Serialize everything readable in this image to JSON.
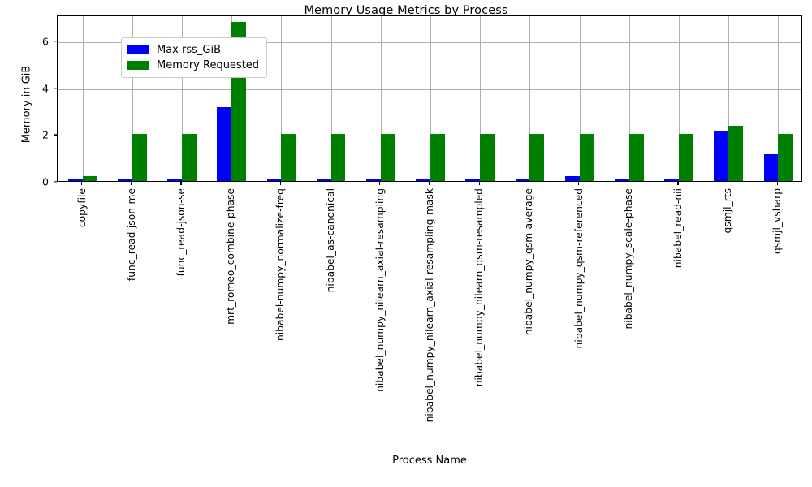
{
  "chart_data": {
    "type": "bar",
    "title": "Memory Usage Metrics by Process",
    "xlabel": "Process Name",
    "ylabel": "Memory in GiB",
    "ylim": [
      0,
      7.1
    ],
    "yticks": [
      0,
      2,
      4,
      6
    ],
    "ytick_labels": [
      "0",
      "2",
      "4",
      "6"
    ],
    "grid": true,
    "legend_position": "upper left",
    "categories": [
      "copyfile",
      "func_read-json-me",
      "func_read-json-se",
      "mrt_romeo_combine-phase",
      "nibabel-numpy_normalize-freq",
      "nibabel_as-canonical",
      "nibabel_numpy_nilearn_axial-resampling",
      "nibabel_numpy_nilearn_axial-resampling-mask",
      "nibabel_numpy_nilearn_qsm-resampled",
      "nibabel_numpy_qsm-average",
      "nibabel_numpy_qsm-referenced",
      "nibabel_numpy_scale-phase",
      "nibabel_read-nii",
      "qsmjl_rts",
      "qsmjl_vsharp"
    ],
    "series": [
      {
        "name": "Max rss_GiB",
        "color": "#0000ff",
        "values": [
          0.11,
          0.12,
          0.12,
          3.15,
          0.12,
          0.12,
          0.12,
          0.12,
          0.12,
          0.12,
          0.22,
          0.12,
          0.12,
          2.12,
          1.16
        ]
      },
      {
        "name": "Memory Requested",
        "color": "#008000",
        "values": [
          0.2,
          2.0,
          2.0,
          6.8,
          2.0,
          2.0,
          2.0,
          2.0,
          2.0,
          2.0,
          2.0,
          2.0,
          2.0,
          2.35,
          2.0
        ]
      }
    ]
  },
  "legend": {
    "items": [
      {
        "label": "Max rss_GiB",
        "color": "#0000ff"
      },
      {
        "label": "Memory Requested",
        "color": "#008000"
      }
    ]
  }
}
